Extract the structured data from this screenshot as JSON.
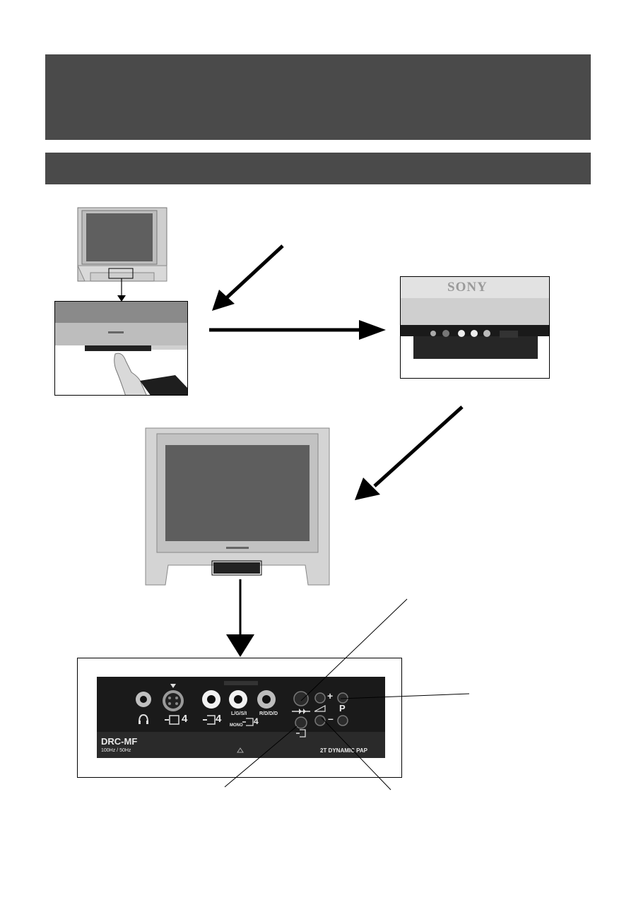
{
  "rear_photo": {
    "brand_logo": "SONY"
  },
  "panel": {
    "model": "DRC-MF",
    "frequency": "100Hz / 50Hz",
    "feature": "2T DYNAMIC PAP",
    "input_number": "4",
    "audio_left_label": "L/G/S/I",
    "audio_mono_label": "MONO",
    "audio_right_label": "R/D/D/D",
    "plus_sign": "+",
    "minus_sign": "–",
    "program_label": "P"
  },
  "icons": {
    "headphone": "headphone-icon",
    "svideo": "svideo-input-icon",
    "video": "video-input-icon",
    "audio": "audio-input-icon",
    "input_select": "input-select-icon",
    "volume": "volume-icon",
    "program": "program-icon"
  },
  "colors": {
    "banner": "#4a4a4a",
    "panel": "#1c1c1c"
  }
}
